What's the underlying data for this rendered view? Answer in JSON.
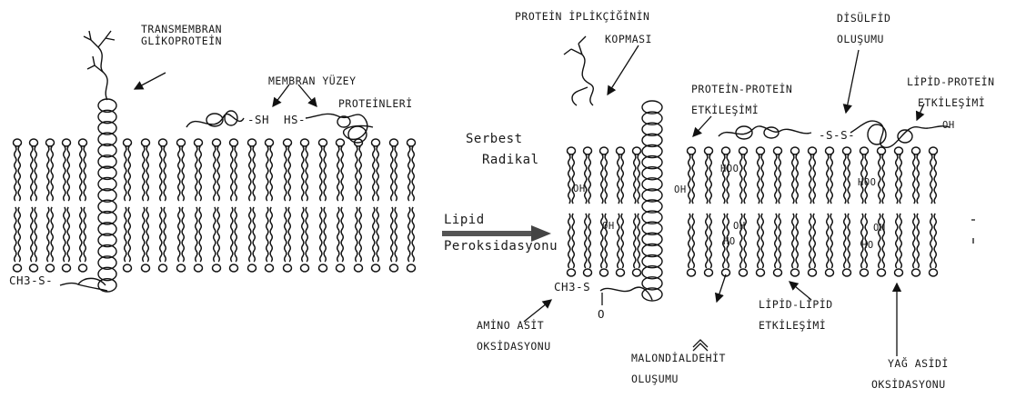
{
  "labels": {
    "transmembrane_glycoprotein": [
      "TRANSMEMBRAN",
      "GLİKOPROTEİN"
    ],
    "membrane_surface_proteins": [
      "MEMBRAN YÜZEY",
      "PROTEİNLERİ"
    ],
    "sh": "-SH",
    "hs": "HS-",
    "ch3s_left": "CH3-S-",
    "free_radical": [
      "Serbest",
      "Radikal"
    ],
    "lipid_peroxidation": [
      "Lipid",
      "Peroksidasyonu"
    ],
    "protein_strand_break": [
      "PROTEİN İPLİKÇİĞİNİN",
      "KOPMASI"
    ],
    "disulfide_formation": [
      "DİSÜLFİD",
      "OLUŞUMU"
    ],
    "protein_protein": [
      "PROTEİN-PROTEİN",
      "ETKİLEŞİMİ"
    ],
    "lipid_protein": [
      "LİPİD-PROTEİN",
      "ETKİLEŞİMİ"
    ],
    "s_s": "-S-S-",
    "amino_acid_oxidation": [
      "AMİNO ASİT",
      "OKSİDASYONU"
    ],
    "ch3s_right": "CH3-S",
    "oxo": "O",
    "lipid_lipid": [
      "LİPİD-LİPİD",
      "ETKİLEŞİMİ"
    ],
    "malondialdehyde": [
      "MALONDİALDEHİT",
      "OLUŞUMU"
    ],
    "fatty_acid_oxidation": [
      "YAĞ ASİDİ",
      "OKSİDASYONU"
    ],
    "oh": "OH",
    "ho": "HO",
    "hoo": "HOO"
  }
}
